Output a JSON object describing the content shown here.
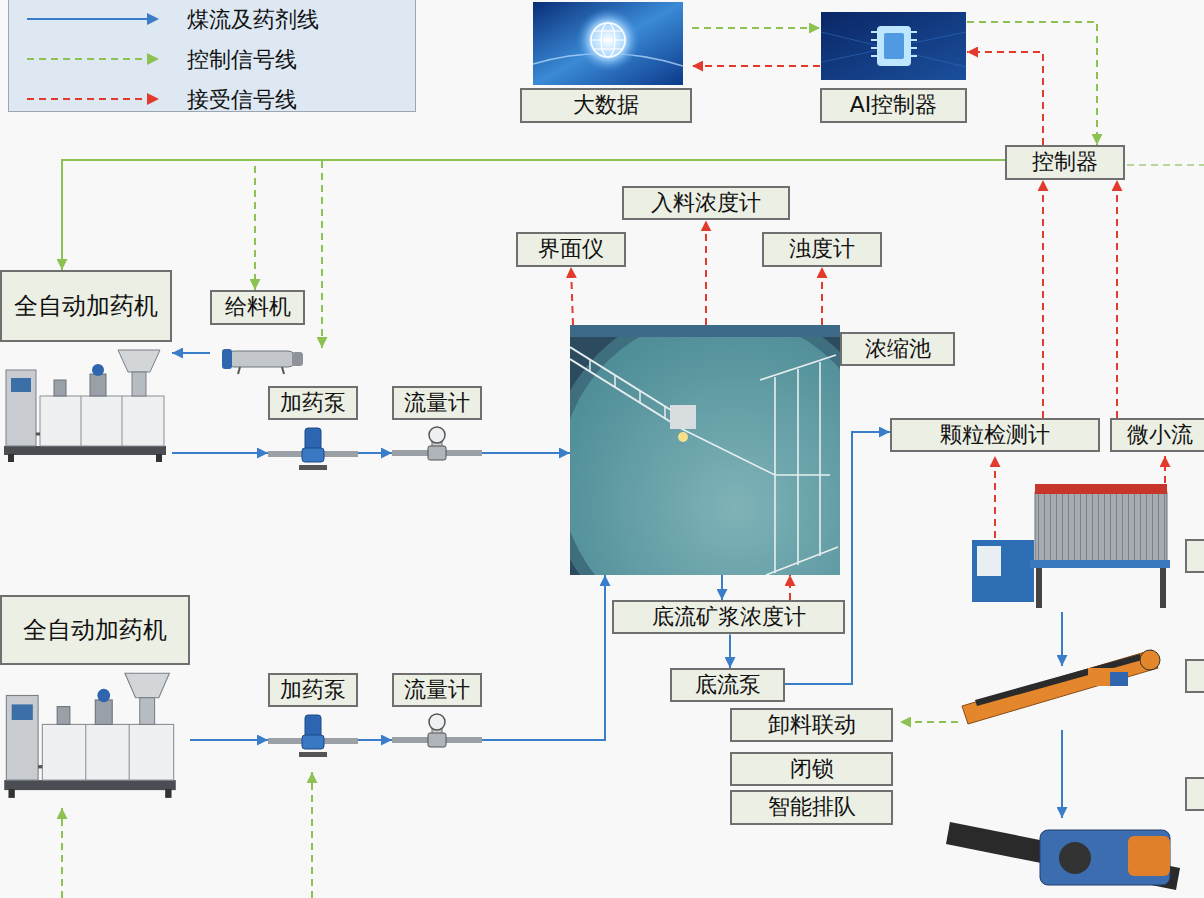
{
  "diagram": {
    "nodes": [
      {
        "text": [
          "大数据"
        ]
      },
      {
        "text": [
          "AI控制器"
        ]
      },
      {
        "text": [
          "控制器"
        ]
      },
      {
        "text": [
          "入料浓度计"
        ]
      },
      {
        "text": [
          "界面仪"
        ]
      },
      {
        "text": [
          "浊度计"
        ]
      },
      {
        "text": [
          "全自动加药机"
        ]
      },
      {
        "text": [
          "给料机"
        ]
      },
      {
        "text": [
          "浓缩池"
        ]
      },
      {
        "text": [
          "加药泵"
        ]
      },
      {
        "text": [
          "流量计"
        ]
      },
      {
        "text": [
          "颗粒检测计"
        ]
      },
      {
        "text": [
          "微小流"
        ]
      },
      {
        "text": [
          "底流矿浆浓度计"
        ]
      },
      {
        "text": [
          "全自动加药机"
        ]
      },
      {
        "text": [
          "加药泵"
        ]
      },
      {
        "text": [
          "流量计"
        ]
      },
      {
        "text": [
          "底流泵"
        ]
      },
      {
        "text": [
          "卸料联动"
        ]
      },
      {
        "text": [
          "闭锁"
        ]
      },
      {
        "text": [
          "智能排队"
        ]
      }
    ],
    "edges": [
      {
        "from": 0,
        "to": 1,
        "arrow": "to"
      },
      {
        "from": 1,
        "to": 0,
        "arrow": "to"
      },
      {
        "from": 1,
        "to": 2,
        "arrow": "to"
      },
      {
        "from": 2,
        "to": 1,
        "arrow": "to"
      },
      {
        "from": 2,
        "to": 6,
        "arrow": "to"
      },
      {
        "from": 2,
        "to": 7,
        "arrow": "to"
      },
      {
        "from": 8,
        "to": 4,
        "arrow": "to"
      },
      {
        "from": 8,
        "to": 3,
        "arrow": "to"
      },
      {
        "from": 8,
        "to": 5,
        "arrow": "to"
      },
      {
        "from": 7,
        "to": 6,
        "arrow": "to"
      },
      {
        "from": 6,
        "to": 9,
        "arrow": "to"
      },
      {
        "from": 9,
        "to": 10,
        "arrow": "to"
      },
      {
        "from": 10,
        "to": 8,
        "arrow": "to"
      },
      {
        "from": 11,
        "to": 2,
        "arrow": "to"
      },
      {
        "from": 12,
        "to": 2,
        "arrow": "to"
      },
      {
        "from": 8,
        "to": 13,
        "arrow": "to"
      },
      {
        "from": 13,
        "to": 8,
        "arrow": "to"
      },
      {
        "from": 13,
        "to": 17,
        "arrow": "to"
      },
      {
        "from": 17,
        "to": 11,
        "arrow": "to"
      },
      {
        "from": 14,
        "to": 15,
        "arrow": "to"
      },
      {
        "from": 15,
        "to": 16,
        "arrow": "to"
      },
      {
        "from": 16,
        "to": 8,
        "arrow": "to"
      }
    ],
    "legend": [
      {
        "text": "煤流及药剂线"
      },
      {
        "text": "控制信号线"
      },
      {
        "text": "接受信号线"
      }
    ]
  }
}
